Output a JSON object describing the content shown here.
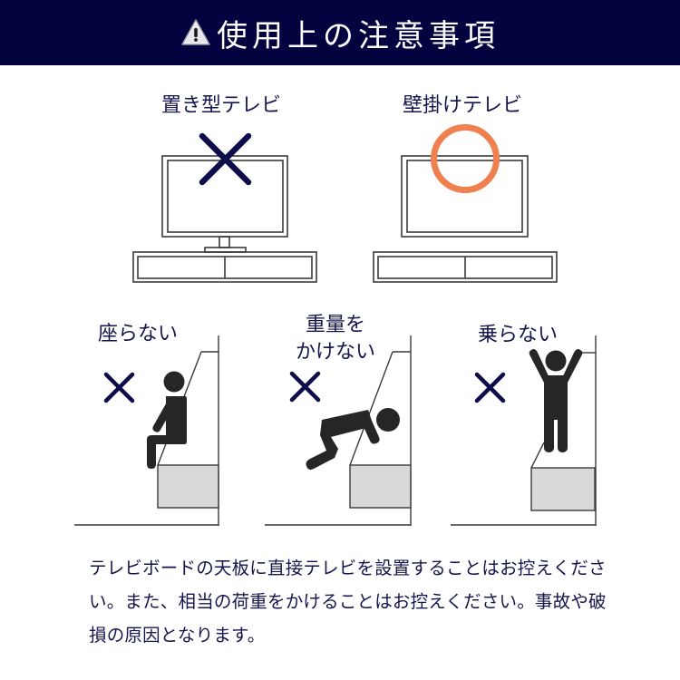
{
  "header": {
    "icon": "warning-triangle-icon",
    "title": "使用上の注意事項",
    "background": "#030340"
  },
  "tv_comparison": [
    {
      "label": "置き型テレビ",
      "mark": "cross-mark",
      "mark_color": "#0d0d4a",
      "verdict": "ng"
    },
    {
      "label": "壁掛けテレビ",
      "mark": "circle-mark",
      "mark_color": "#ef8050",
      "verdict": "ok"
    }
  ],
  "prohibitions": [
    {
      "label": "座らない",
      "mark": "cross-mark"
    },
    {
      "label_line1": "重量を",
      "label_line2": "かけない",
      "mark": "cross-mark"
    },
    {
      "label": "乗らない",
      "mark": "cross-mark"
    }
  ],
  "notice": {
    "text": "テレビボードの天板に直接テレビを設置することはお控えください。また、相当の荷重をかけることはお控えください。事故や破損の原因となります。"
  },
  "colors": {
    "text": "#16164e",
    "cross": "#0d0d4a",
    "circle": "#ef8050",
    "figure": "#262626",
    "board_fill": "#d9d9d9"
  }
}
